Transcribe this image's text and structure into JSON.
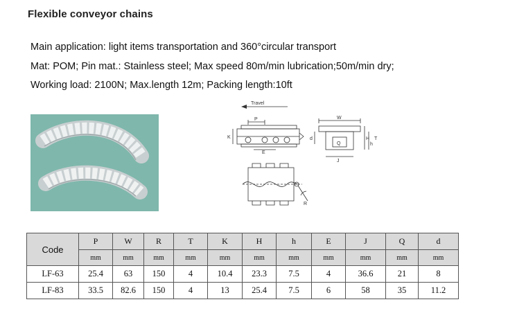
{
  "title": "Flexible  conveyor chains",
  "specs": [
    "Main application: light items transportation  and 360°circular transport",
    "Mat: POM; Pin mat.: Stainless steel; Max speed 80m/min lubrication;50m/min dry;",
    "Working load: 2100N; Max.length 12m; Packing length:10ft"
  ],
  "diagram": {
    "travel_label": "Travel",
    "dim_labels": {
      "P": "P",
      "K": "K",
      "E": "E",
      "W": "W",
      "H": "H",
      "d": "d",
      "Q": "Q",
      "J": "J",
      "h": "h",
      "T": "T",
      "R": "R"
    }
  },
  "table": {
    "code_header": "Code",
    "columns": [
      "P",
      "W",
      "R",
      "T",
      "K",
      "H",
      "h",
      "E",
      "J",
      "Q",
      "d"
    ],
    "unit": "mm",
    "rows": [
      {
        "code": "LF-63",
        "values": [
          "25.4",
          "63",
          "150",
          "4",
          "10.4",
          "23.3",
          "7.5",
          "4",
          "36.6",
          "21",
          "8"
        ]
      },
      {
        "code": "LF-83",
        "values": [
          "33.5",
          "82.6",
          "150",
          "4",
          "13",
          "25.4",
          "7.5",
          "6",
          "58",
          "35",
          "11.2"
        ]
      }
    ]
  },
  "colors": {
    "photo_bg": "#7fb7ac",
    "header_bg": "#d9d9d9",
    "border": "#555555"
  }
}
